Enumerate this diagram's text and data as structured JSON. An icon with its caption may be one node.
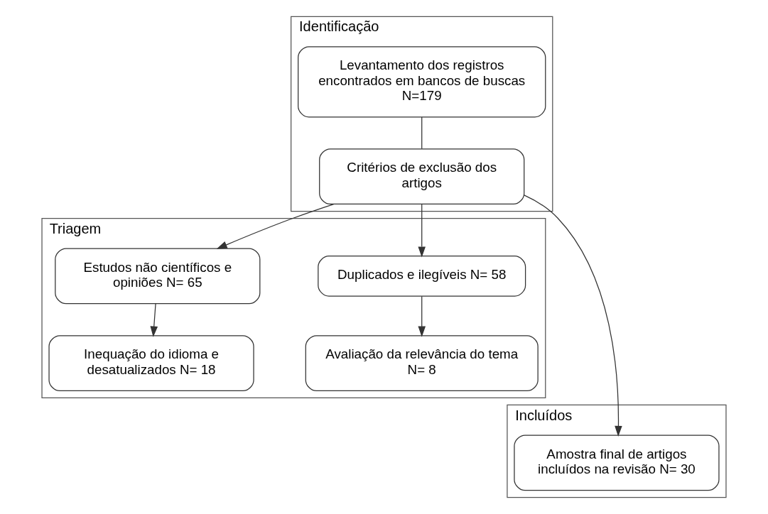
{
  "diagram": {
    "nodes": [
      {
        "text": [
          "Identificação"
        ]
      },
      {
        "text": [
          "Levantamento dos registros encontrados em bancos de buscas N=179"
        ],
        "in": 0
      },
      {
        "text": [
          "Critérios de exclusão dos artigos"
        ],
        "in": 0
      },
      {
        "text": [
          "Triagem"
        ]
      },
      {
        "text": [
          "Duplicados e ilegíveis N= 58"
        ],
        "in": 3
      },
      {
        "text": [
          "Estudos não científicos e opiniões N= 65"
        ],
        "in": 3
      },
      {
        "text": [
          "Avaliação da relevância do tema N= 8"
        ],
        "in": 3
      },
      {
        "text": [
          "Inequação do idioma e desatualizados N= 18"
        ],
        "in": 3
      },
      {
        "text": [
          "Incluídos"
        ]
      },
      {
        "text": [
          "Amostra final de artigos incluídos na revisão N= 30"
        ],
        "in": 8
      }
    ],
    "edges": [
      {
        "from": 1,
        "to": 2,
        "arrow": "none"
      },
      {
        "from": 2,
        "to": 4,
        "arrow": "to"
      },
      {
        "from": 2,
        "to": 5,
        "arrow": "to"
      },
      {
        "from": 2,
        "to": 9,
        "arrow": "to"
      },
      {
        "from": 4,
        "to": 6,
        "arrow": "to"
      },
      {
        "from": 5,
        "to": 7,
        "arrow": "to"
      }
    ]
  }
}
